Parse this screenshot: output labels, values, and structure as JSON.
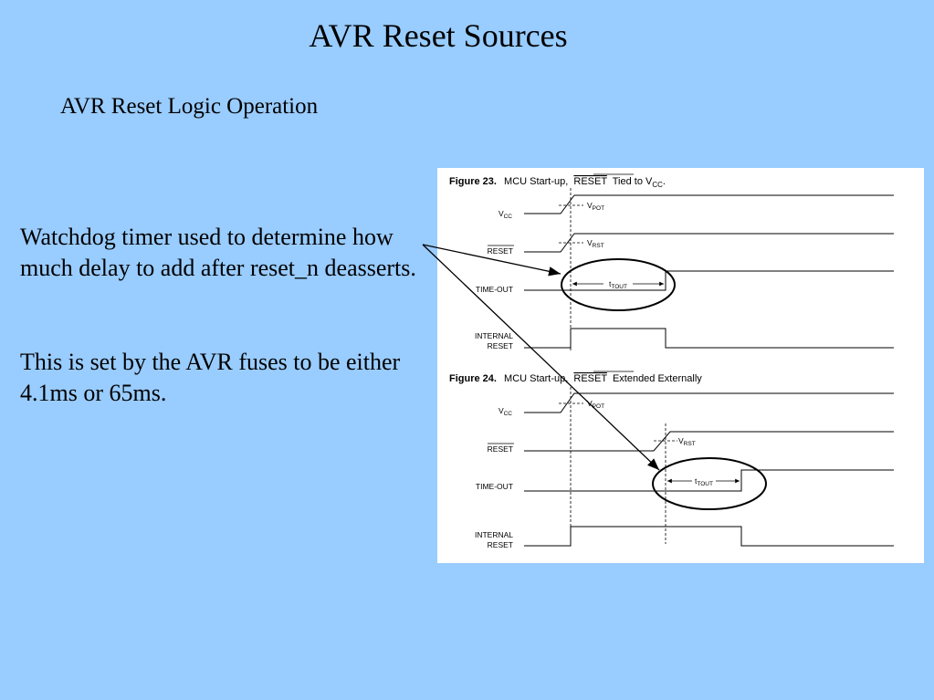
{
  "colors": {
    "background": "#99ccff",
    "panel": "#ffffff",
    "ink": "#000000"
  },
  "slide": {
    "title": "AVR Reset Sources",
    "subtitle": "AVR Reset Logic Operation",
    "paragraph1": "Watchdog timer used to determine how much delay to add after reset_n deasserts.",
    "paragraph2": "This is set by the AVR fuses to be either 4.1ms or 65ms."
  },
  "figure23": {
    "number": "Figure 23.",
    "caption_pre": "MCU Start-up,",
    "caption_reset": "RESET",
    "caption_post": "Tied to V",
    "caption_sub": "CC",
    "caption_end": ".",
    "signals": {
      "vcc": "V",
      "vcc_sub": "CC",
      "reset": "RESET",
      "timeout": "TIME-OUT",
      "internal_line1": "INTERNAL",
      "internal_line2": "RESET"
    },
    "annotations": {
      "vpot": "V",
      "vpot_sub": "POT",
      "vrst": "V",
      "vrst_sub": "RST",
      "ttout": "t",
      "ttout_sub": "TOUT"
    }
  },
  "figure24": {
    "number": "Figure 24.",
    "caption_pre": "MCU Start-up,",
    "caption_reset": "RESET",
    "caption_post": "Extended Externally",
    "signals": {
      "vcc": "V",
      "vcc_sub": "CC",
      "reset": "RESET",
      "timeout": "TIME-OUT",
      "internal_line1": "INTERNAL",
      "internal_line2": "RESET"
    },
    "annotations": {
      "vpot": "V",
      "vpot_sub": "POT",
      "vrst": "V",
      "vrst_sub": "RST",
      "ttout": "t",
      "ttout_sub": "TOUT"
    }
  }
}
